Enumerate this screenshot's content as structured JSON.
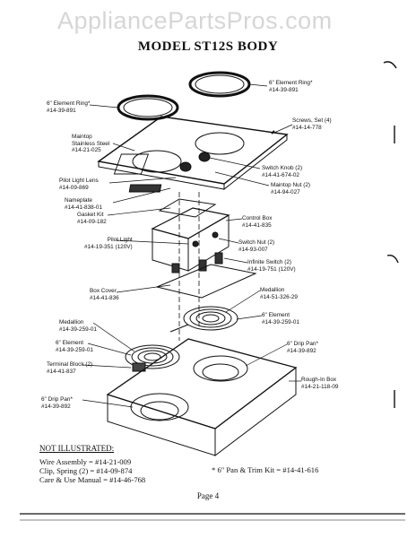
{
  "watermark": "AppliancePartsPros.com",
  "title": "MODEL ST12S BODY",
  "labels": {
    "element_ring_right": {
      "name": "6\" Element Ring*",
      "part": "#14-39-891"
    },
    "element_ring_left": {
      "name": "6\" Element Ring*",
      "part": "#14-39-891"
    },
    "screws": {
      "name": "Screws, Set (4)",
      "part": "#14-14-778"
    },
    "maintop": {
      "name": "Maintop",
      "name2": "Stainless Steel",
      "part": "#14-21-025"
    },
    "switch_knob": {
      "name": "Switch Knob (2)",
      "part": "#14-41-674-02"
    },
    "pilot_lens": {
      "name": "Pilot Light Lens",
      "part": "#14-09-869"
    },
    "maintop_nut": {
      "name": "Maintop Nut (2)",
      "part": "#14-94-027"
    },
    "nameplate": {
      "name": "Nameplate",
      "part": "#14-41-838-01"
    },
    "gasket_kit": {
      "name": "Gasket Kit",
      "part": "#14-09-182"
    },
    "control_box": {
      "name": "Control Box",
      "part": "#14-41-835"
    },
    "pilot_light": {
      "name": "Pilot Light",
      "part": "#14-19-351 (120V)"
    },
    "switch_nut": {
      "name": "Switch Nut (2)",
      "part": "#14-93-007"
    },
    "infinite_switch": {
      "name": "Infinite Switch (2)",
      "part": "#14-19-751 (120V)"
    },
    "box_cover": {
      "name": "Box Cover",
      "part": "#14-41-836"
    },
    "medallion_right": {
      "name": "Medallion",
      "part": "#14-51-326-29"
    },
    "element_right": {
      "name": "6\" Element",
      "part": "#14-39-259-01"
    },
    "medallion_left": {
      "name": "Medallion",
      "part": "#14-39-259-01"
    },
    "element_left": {
      "name": "6\" Element",
      "part": "#14-39-259-01"
    },
    "drip_pan_right": {
      "name": "6\" Drip Pan*",
      "part": "#14-39-892"
    },
    "terminal_block": {
      "name": "Terminal Block (2)",
      "part": "#14-41-837"
    },
    "rough_in_box": {
      "name": "Rough-In Box",
      "part": "#14-21-118-09"
    },
    "drip_pan_left": {
      "name": "6\" Drip Pan*",
      "part": "#14-39-892"
    }
  },
  "not_illustrated": {
    "heading": "NOT ILLUSTRATED:",
    "items": [
      "Wire Assembly = #14-21-009",
      "Clip, Spring (2) = #14-09-874",
      "Care & Use Manual = #14-46-768"
    ],
    "pan_kit": "* 6\" Pan & Trim Kit = #14-41-616"
  },
  "page_label": "Page 4"
}
